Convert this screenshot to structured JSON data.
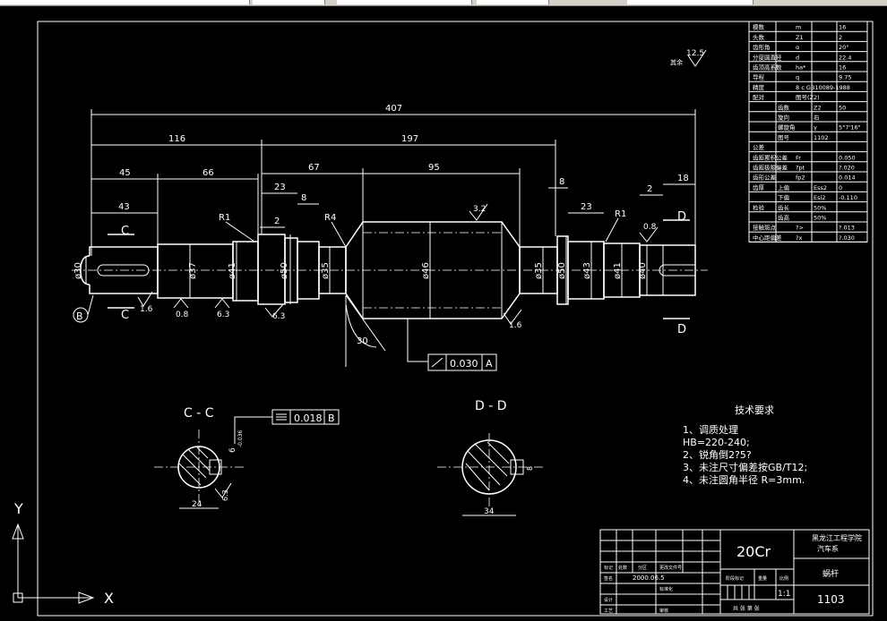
{
  "window": {
    "colors": {
      "background": "#000000",
      "ink": "#ffffff",
      "chrome": "#d4d0c8"
    }
  },
  "ucs": {
    "y_label": "Y",
    "x_label": "X"
  },
  "dims": {
    "overall": "407",
    "d116": "116",
    "d197": "197",
    "d45": "45",
    "d66": "66",
    "d43": "43",
    "d67": "67",
    "d95": "95",
    "d23a": "23",
    "d8a": "8",
    "d8b": "8",
    "d23b": "23",
    "d2a": "2",
    "d2b": "2",
    "d18": "18",
    "r1a": "R1",
    "r1b": "R1",
    "r4": "R4",
    "angle30": "30",
    "dia30": "ø30",
    "dia37": "ø37",
    "dia41a": "ø41",
    "dia50a": "ø50",
    "dia35a": "ø35",
    "dia46": "ø46",
    "dia35b": "ø35",
    "dia50b": "ø50",
    "dia43": "ø43",
    "dia41b": "ø41",
    "dia40": "ø40"
  },
  "finish": {
    "overall_note": "其余",
    "overall_value": "12.5",
    "f32": "3.2",
    "f16a": "1.6",
    "f08a": "0.8",
    "f63a": "6.3",
    "f63b": "6.3",
    "f16b": "1.6",
    "f08b": "0.8",
    "f63c": "6.3"
  },
  "sections": {
    "c_label": "C",
    "d_label": "D",
    "datum_b": "B",
    "cc_title": "C - C",
    "dd_title": "D - D",
    "cc_dim_w": "24",
    "cc_dim_key": "6",
    "cc_tol": "-0.036",
    "cc_finish": "6.3",
    "dd_dim_w": "34",
    "dd_dim_key": "8"
  },
  "tolerances": {
    "runout_value": "0.030",
    "runout_datum": "A",
    "sym_value": "0.018",
    "sym_datum": "B"
  },
  "tech": {
    "title": "技术要求",
    "lines": [
      "1、调质处理",
      "HB=220-240;",
      "2、锐角倒2?5?",
      "3、未注尺寸偏差按GB/T12;",
      "4、未注圆角半径 R=3mm."
    ]
  },
  "param_table": {
    "rows": [
      [
        "模数",
        "m",
        "16"
      ],
      [
        "头数",
        "Z1",
        "2"
      ],
      [
        "齿形角",
        "α",
        "20°"
      ],
      [
        "分度圆直径",
        "d",
        "22.4"
      ],
      [
        "齿顶高系数",
        "ha*",
        "16"
      ],
      [
        "导程",
        "q",
        "9.75"
      ],
      [
        "精度",
        "8 c GB10089-1988",
        ""
      ],
      [
        "配对",
        "图号(Z2)",
        ""
      ],
      [
        "",
        "齿数",
        "Z2",
        "50"
      ],
      [
        "",
        "旋向",
        "右",
        ""
      ],
      [
        "",
        "螺旋角",
        "γ",
        "5°7'16\""
      ],
      [
        "",
        "图号",
        "1102",
        ""
      ],
      [
        "公差",
        "",
        "",
        ""
      ],
      [
        "齿距累积公差",
        "Fr",
        "0.050"
      ],
      [
        "齿距极限偏差",
        "?pt",
        "?.020"
      ],
      [
        "齿形公差",
        "fp2",
        "0.014"
      ],
      [
        "齿厚",
        "上偏",
        "Ess2",
        "0"
      ],
      [
        "",
        "下偏",
        "Esi2",
        "-0.110"
      ],
      [
        "检验",
        "齿长",
        "50%",
        ""
      ],
      [
        "",
        "齿高",
        "50%",
        ""
      ],
      [
        "接触斑点",
        "?>",
        "?.013"
      ],
      [
        "中心距偏差",
        "?x",
        "?.030"
      ]
    ]
  },
  "title_block": {
    "material": "20Cr",
    "school": "黑龙江工程学院",
    "dept": "汽车系",
    "part_name": "蜗杆",
    "drawing_no": "1103",
    "scale": "1:1",
    "date": "2000.06.5",
    "labels": {
      "mark": "标记",
      "count": "处数",
      "zone": "分区",
      "file": "更改文件号",
      "sign": "签名",
      "design": "设计",
      "check": "审核",
      "craft": "工艺",
      "std": "标准化",
      "stage": "阶段标记",
      "weight": "重量",
      "ratio": "比例",
      "sheet": "共 张 第 张"
    }
  }
}
